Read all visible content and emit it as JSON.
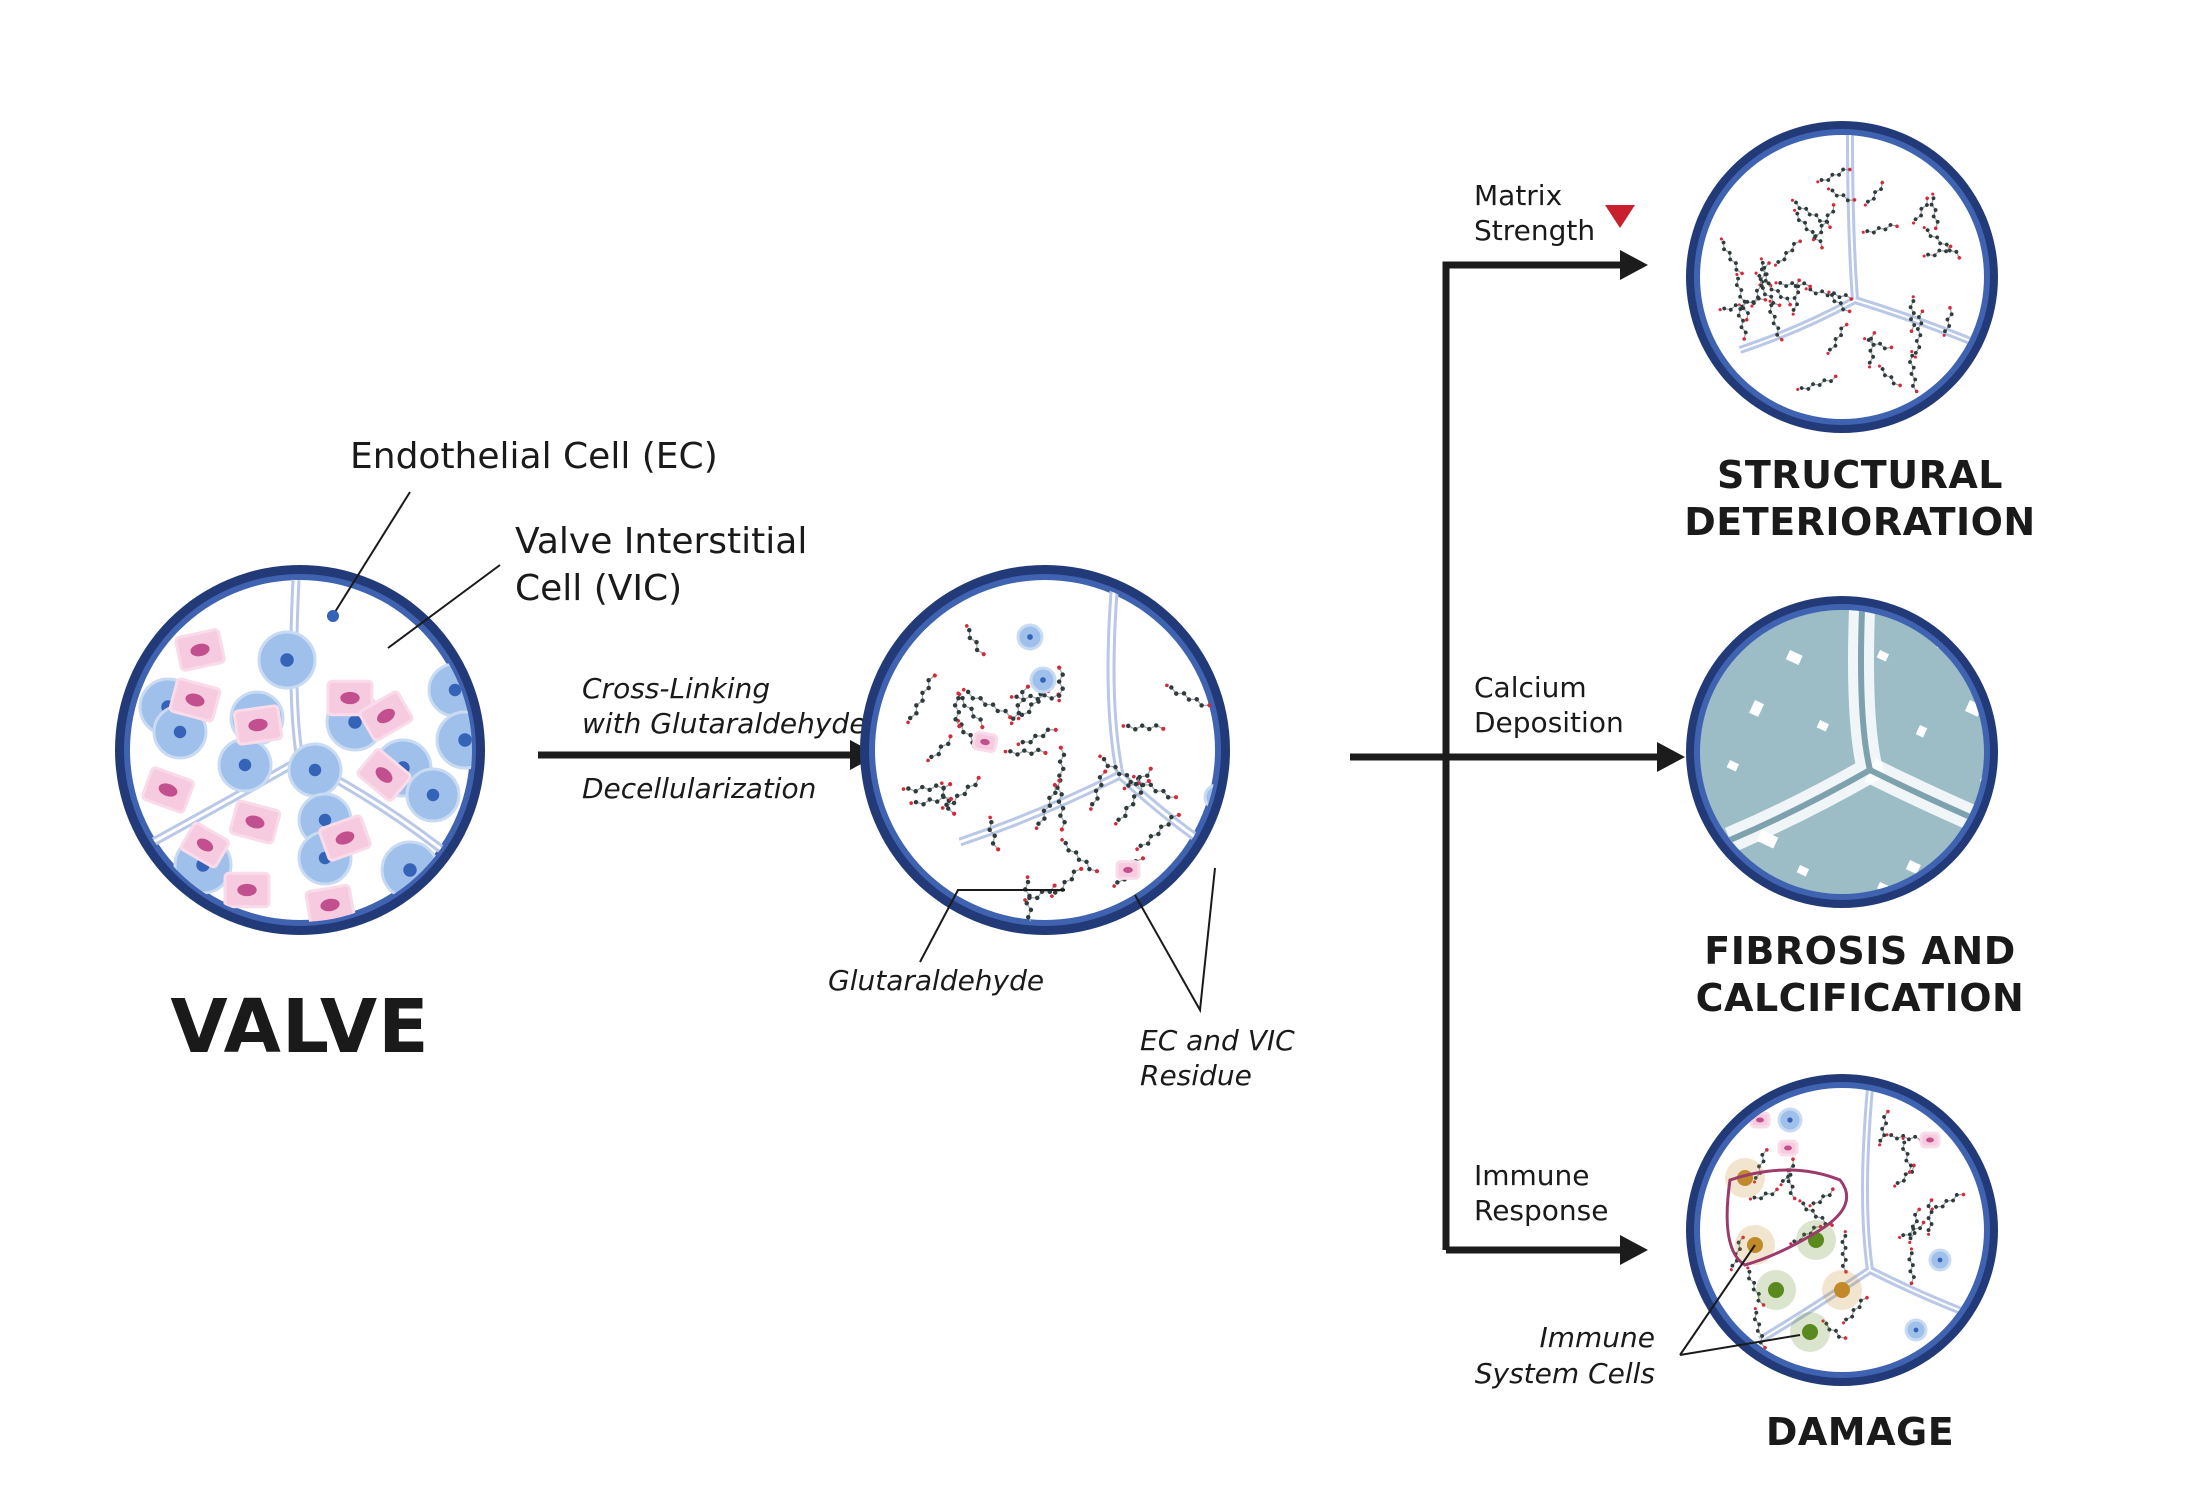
{
  "labels": {
    "endothelial": "Endothelial Cell (EC)",
    "vic_line1": "Valve Interstitial",
    "vic_line2": "Cell (VIC)",
    "valve": "VALVE",
    "process_line1": "Cross-Linking",
    "process_line2": "with Glutaraldehyde",
    "process_line3": "Decellularization",
    "glutaraldehyde": "Glutaraldehyde",
    "residue_line1": "EC and VIC",
    "residue_line2": "Residue"
  },
  "branches": [
    {
      "line1": "Matrix",
      "line2": "Strength",
      "indicator": "down-triangle"
    },
    {
      "line1": "Calcium",
      "line2": "Deposition"
    },
    {
      "line1": "Immune",
      "line2": "Response"
    }
  ],
  "outcomes": [
    {
      "line1": "STRUCTURAL",
      "line2": "DETERIORATION"
    },
    {
      "line1": "FIBROSIS AND",
      "line2": "CALCIFICATION"
    },
    {
      "line1": "DAMAGE",
      "line2": ""
    }
  ],
  "immune_cells": {
    "line1": "Immune",
    "line2": "System Cells"
  },
  "colors": {
    "ring_outer": "#233a78",
    "ring_inner": "#3f63b0",
    "septum": "#b9c8e6",
    "ec_cell": "#9fc0ea",
    "ec_nucleus": "#3463b8",
    "vic_cell": "#f6cbe0",
    "vic_nucleus": "#c2508e",
    "molecule": "#2f3b3d",
    "molecule_accent": "#d42a3a",
    "calcified": "#9dbdc6",
    "indicator": "#c8202c",
    "arrow": "#1c1c1c"
  }
}
